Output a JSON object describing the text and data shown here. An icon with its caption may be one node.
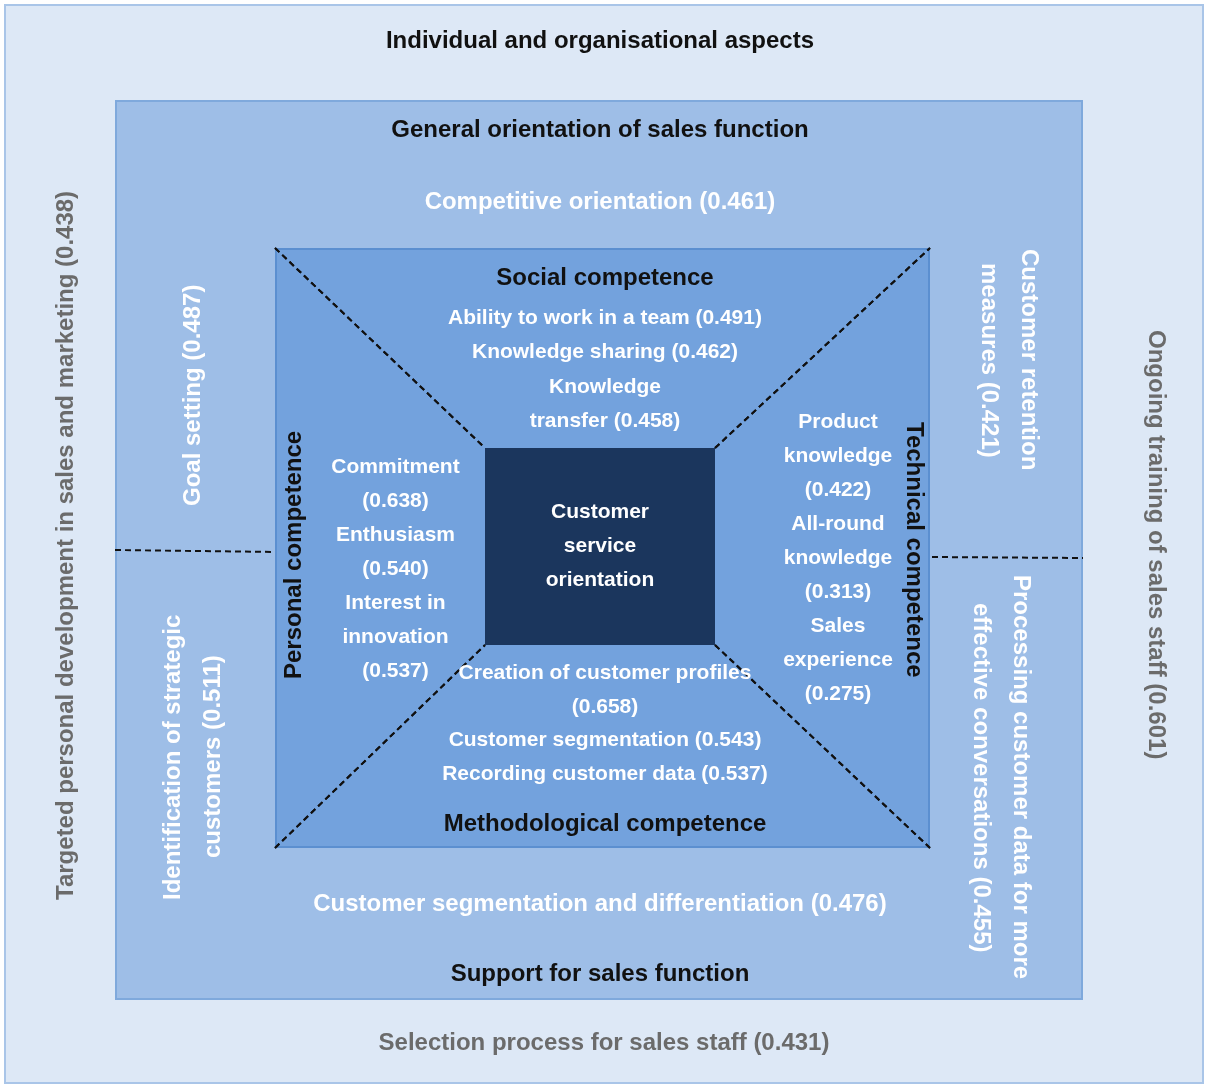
{
  "diagram": {
    "nodes": [
      {
        "text": [
          "Individual and organisational aspects",
          "Targeted personal development in sales and marketing (0.438)",
          "Ongoing training of sales staff (0.601)",
          "Selection process for sales staff (0.431)"
        ]
      },
      {
        "text": [
          "General orientation of sales function",
          "Competitive orientation (0.461)",
          "Goal setting (0.487)",
          "Customer retention measures (0.421)",
          "Identification of strategic customers (0.511)",
          "Processing customer data for more effective conversations (0.455)",
          "Customer segmentation and differentiation (0.476)",
          "Support for sales function"
        ],
        "in": 0
      },
      {
        "text": [],
        "shape": "box",
        "in": 1
      },
      {
        "text": [
          "Social competence",
          "Ability to work in a team (0.491)",
          "Knowledge sharing (0.462)",
          "Knowledge transfer (0.458)"
        ],
        "in": 2
      },
      {
        "text": [
          "Personal competence",
          "Commitment (0.638)",
          "Enthusiasm (0.540)",
          "Interest in innovation (0.537)"
        ],
        "in": 2
      },
      {
        "text": [
          "Customer service orientation"
        ],
        "in": 2
      },
      {
        "text": [
          "Technical competence",
          "Product knowledge (0.422)",
          "All-round knowledge (0.313)",
          "Sales experience (0.275)"
        ],
        "in": 2
      },
      {
        "text": [
          "Creation of customer profiles (0.658)",
          "Customer segmentation (0.543)",
          "Recording customer data (0.537)",
          "Methodological competence"
        ],
        "in": 2
      }
    ],
    "edges": []
  }
}
